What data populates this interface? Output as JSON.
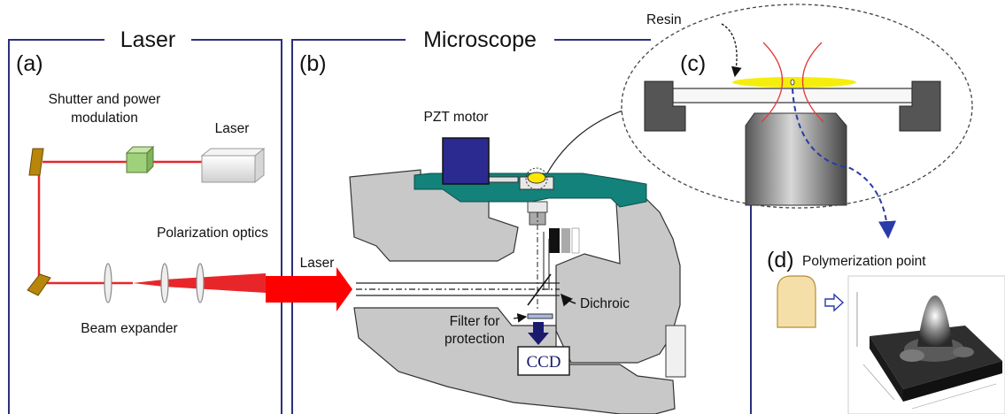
{
  "sections": {
    "laser": {
      "title": "Laser",
      "tag": "(a)"
    },
    "microscope": {
      "title": "Microscope",
      "tag": "(b)"
    }
  },
  "labels": {
    "shutter_line1": "Shutter and power",
    "shutter_line2": "modulation",
    "laser_source": "Laser",
    "polarization": "Polarization optics",
    "beam_expander": "Beam expander",
    "laser_arrow": "Laser",
    "pzt": "PZT motor",
    "dichroic": "Dichroic",
    "filter_line1": "Filter for",
    "filter_line2": "protection",
    "ccd": "CCD",
    "resin": "Resin",
    "panel_c": "(c)",
    "panel_d": "(d)",
    "polymerization": "Polymerization point"
  },
  "colors": {
    "frame": "#2b2f7e",
    "beam": "#e8262a",
    "body": "#c8c8c8",
    "stage": "#13827a",
    "motor": "#2a2a90",
    "resin": "#f5ee0c"
  }
}
